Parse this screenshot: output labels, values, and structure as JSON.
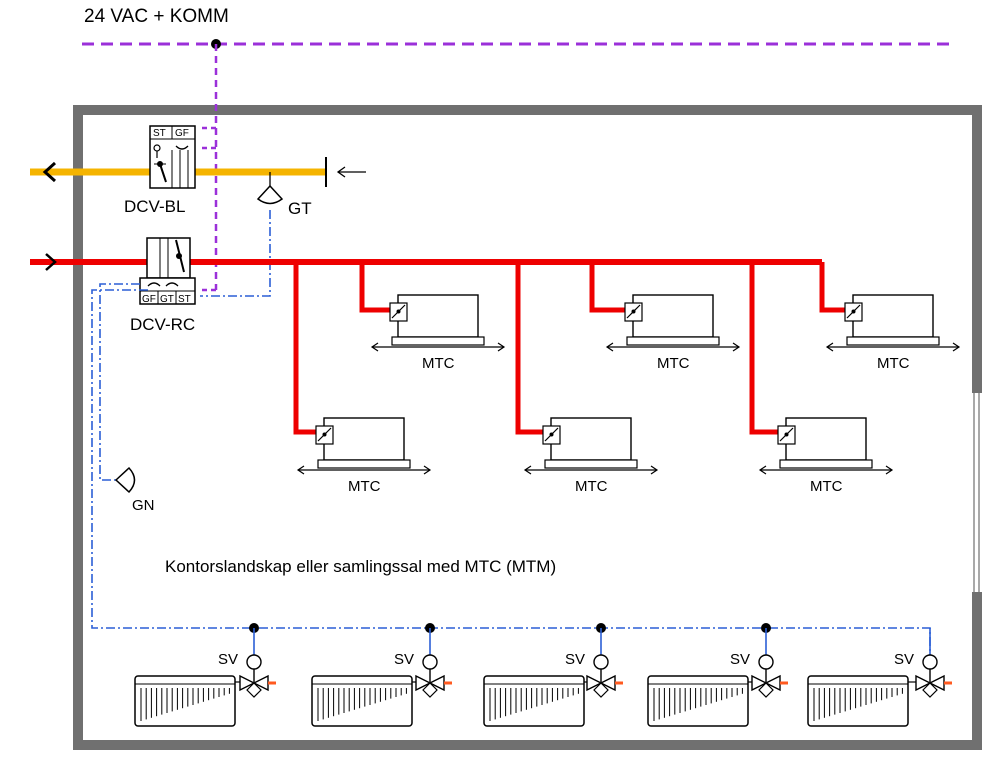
{
  "supply_label": "24 VAC + KOMM",
  "room_label": "Kontorslandskap eller samlingssal med MTC (MTM)",
  "dcv_bl": {
    "label": "DCV-BL",
    "top_labels": [
      "ST",
      "GF"
    ]
  },
  "dcv_rc": {
    "label": "DCV-RC",
    "bottom_labels": [
      "GF",
      "GT",
      "ST"
    ]
  },
  "sensors": {
    "gt": "GT",
    "gn": "GN"
  },
  "mtc_label": "MTC",
  "sv_label": "SV",
  "mtc_units": [
    {
      "id": "mtc-1",
      "label": "MTC"
    },
    {
      "id": "mtc-2",
      "label": "MTC"
    },
    {
      "id": "mtc-3",
      "label": "MTC"
    },
    {
      "id": "mtc-4",
      "label": "MTC"
    },
    {
      "id": "mtc-5",
      "label": "MTC"
    },
    {
      "id": "mtc-6",
      "label": "MTC"
    }
  ],
  "radiators": [
    {
      "id": "rad-1",
      "valve": "SV"
    },
    {
      "id": "rad-2",
      "valve": "SV"
    },
    {
      "id": "rad-3",
      "valve": "SV"
    },
    {
      "id": "rad-4",
      "valve": "SV"
    },
    {
      "id": "rad-5",
      "valve": "SV"
    }
  ],
  "colors": {
    "power_line": "#9b30d9",
    "exhaust_duct": "#f5b400",
    "supply_duct": "#ee0000",
    "control_line": "#2b5fd6",
    "wall": "#707070",
    "hot_pipe": "#ff5a1f"
  }
}
